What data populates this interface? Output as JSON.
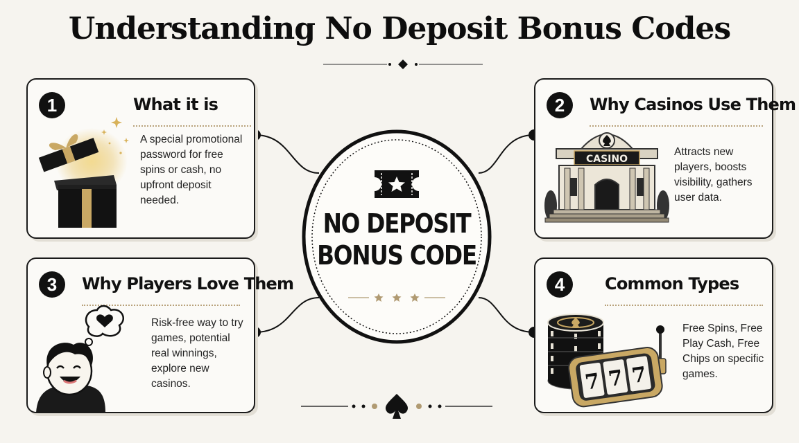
{
  "title": "Understanding No Deposit Bonus Codes",
  "center": {
    "line1": "NO DEPOSIT",
    "line2": "BONUS CODE"
  },
  "cards": [
    {
      "number": "1",
      "title": "What it is",
      "description": "A special promotional password for free spins or cash, no upfront deposit needed.",
      "icon": "gift-box-icon"
    },
    {
      "number": "2",
      "title": "Why Casinos Use Them",
      "description": "Attracts new players, boosts visibility, gathers user data.",
      "icon": "casino-building-icon",
      "sign": "CASINO"
    },
    {
      "number": "3",
      "title": "Why Players Love Them",
      "description": "Risk-free way to try games, potential real winnings, explore new casinos.",
      "icon": "happy-player-icon"
    },
    {
      "number": "4",
      "title": "Common Types",
      "description": "Free Spins, Free Play Cash, Free Chips on specific games.",
      "icon": "chips-and-slot-machine-icon",
      "reels": [
        "7",
        "7",
        "7"
      ]
    }
  ],
  "colors": {
    "ink": "#111111",
    "gold": "#b09a72",
    "background": "#f6f4ef",
    "card": "#fbfaf7"
  }
}
